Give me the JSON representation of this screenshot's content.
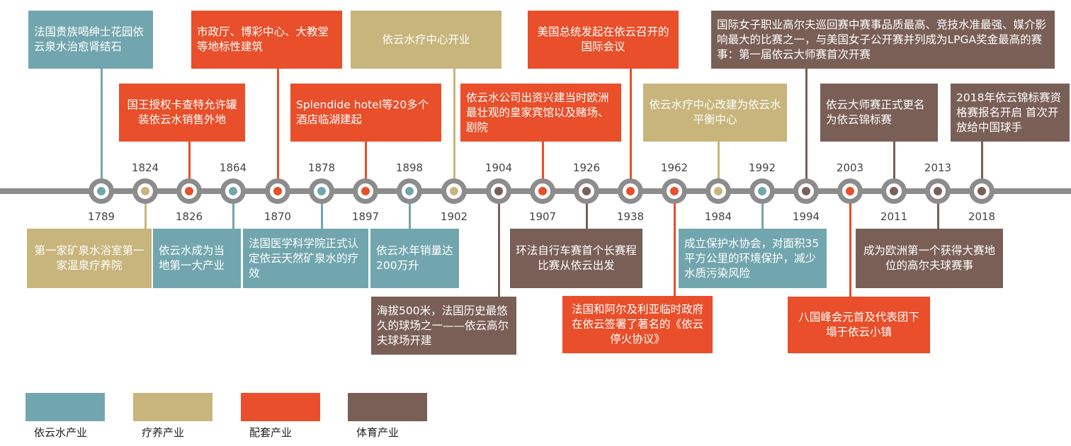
{
  "colors": {
    "依云水产业": "#72a6ae",
    "疗养产业": "#c8b57c",
    "配套产业": "#e84f2a",
    "体育产业": "#7a5f57",
    "axis": "#8c8c8c"
  },
  "legend": [
    {
      "label": "依云水产业",
      "color": "#72a6ae"
    },
    {
      "label": "疗养产业",
      "color": "#c8b57c"
    },
    {
      "label": "配套产业",
      "color": "#e84f2a"
    },
    {
      "label": "体育产业",
      "color": "#7a5f57"
    }
  ],
  "events": [
    {
      "year": "1789",
      "category": "依云水产业",
      "text": "法国贵族喝绅士花园依云泉水治愈肾结石"
    },
    {
      "year": "1824",
      "category": "疗养产业",
      "text": "第一家矿泉水浴室第一家温泉疗养院"
    },
    {
      "year": "1826",
      "category": "配套产业",
      "text": "国王授权卡查特允许罐装依云水销售外地"
    },
    {
      "year": "1864",
      "category": "依云水产业",
      "text": "依云水成为当地第一大产业"
    },
    {
      "year": "1870",
      "category": "配套产业",
      "text": "市政厅、博彩中心、大教堂等地标性建筑"
    },
    {
      "year": "1878",
      "category": "依云水产业",
      "text": "法国医学科学院正式认定依云天然矿泉水的疗效"
    },
    {
      "year": "1897",
      "category": "配套产业",
      "text": "Splendide hotel等20多个酒店临湖建起"
    },
    {
      "year": "1898",
      "category": "依云水产业",
      "text": "依云水年销量达200万升"
    },
    {
      "year": "1902",
      "category": "疗养产业",
      "text": "依云水疗中心开业"
    },
    {
      "year": "1904",
      "category": "体育产业",
      "text": "海拔500米，法国历史最悠久的球场之一——依云高尔夫球场开建"
    },
    {
      "year": "1907",
      "category": "配套产业",
      "text": "依云水公司出资兴建当时欧洲最壮观的皇家宾馆以及赌场、剧院"
    },
    {
      "year": "1926",
      "category": "体育产业",
      "text": "环法自行车赛首个长赛程比赛从依云出发"
    },
    {
      "year": "1938",
      "category": "配套产业",
      "text": "美国总统发起在依云召开的国际会议"
    },
    {
      "year": "1962",
      "category": "配套产业",
      "text": "法国和阿尔及利亚临时政府在依云签署了著名的《依云停火协议》"
    },
    {
      "year": "1984",
      "category": "疗养产业",
      "text": "依云水疗中心改建为依云水平衡中心"
    },
    {
      "year": "1992",
      "category": "依云水产业",
      "text": "成立保护水协会，对面积35平方公里的环境保护，减少水质污染风险"
    },
    {
      "year": "1994",
      "category": "体育产业",
      "text": "国际女子职业高尔夫巡回赛中赛事品质最高、竞技水准最强、媒介影响最大的比赛之一，与美国女子公开赛并列成为LPGA奖金最高的赛事：第一届依云大师赛首次开赛"
    },
    {
      "year": "2003",
      "category": "配套产业",
      "text": "八国峰会元首及代表团下塌于依云小镇"
    },
    {
      "year": "2011",
      "category": "体育产业",
      "text": "依云大师赛正式更名为依云锦标赛"
    },
    {
      "year": "2013",
      "category": "体育产业",
      "text": "成为欧洲第一个获得大赛地位的高尔夫球赛事"
    },
    {
      "year": "2018",
      "category": "体育产业",
      "text": "2018年依云锦标赛资格赛报名开启 首次开放给中国球手"
    }
  ]
}
